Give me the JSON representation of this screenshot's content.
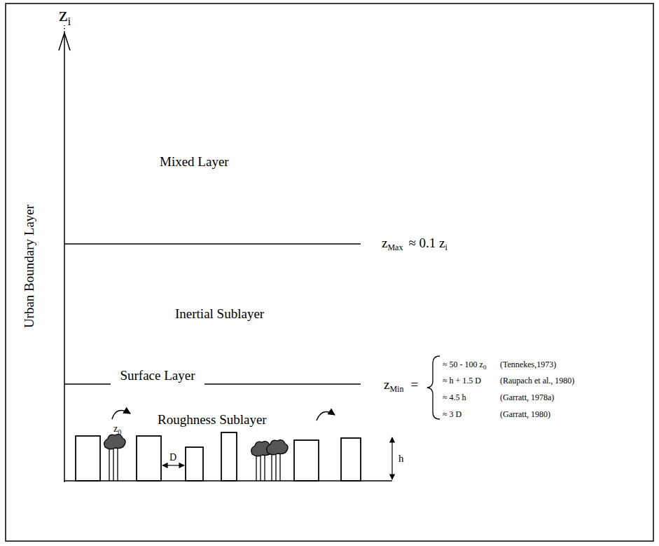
{
  "diagram": {
    "labels": [
      "z",
      "i",
      "Urban Boundary Layer",
      "Mixed Layer",
      "z",
      "Max",
      "≈ 0.1 z",
      "i",
      "Inertial Sublayer",
      "Surface Layer",
      "z",
      "Min",
      "=",
      "≈ 50 - 100 z",
      "0",
      "(Tennekes,1973)",
      "≈ h + 1.5 D",
      "(Raupach et al., 1980)",
      "≈ 4.5 h",
      "(Garratt, 1978a)",
      "≈ 3 D",
      "(Garratt, 1980)",
      "Roughness Sublayer",
      "z",
      "0",
      "D",
      "h"
    ]
  }
}
